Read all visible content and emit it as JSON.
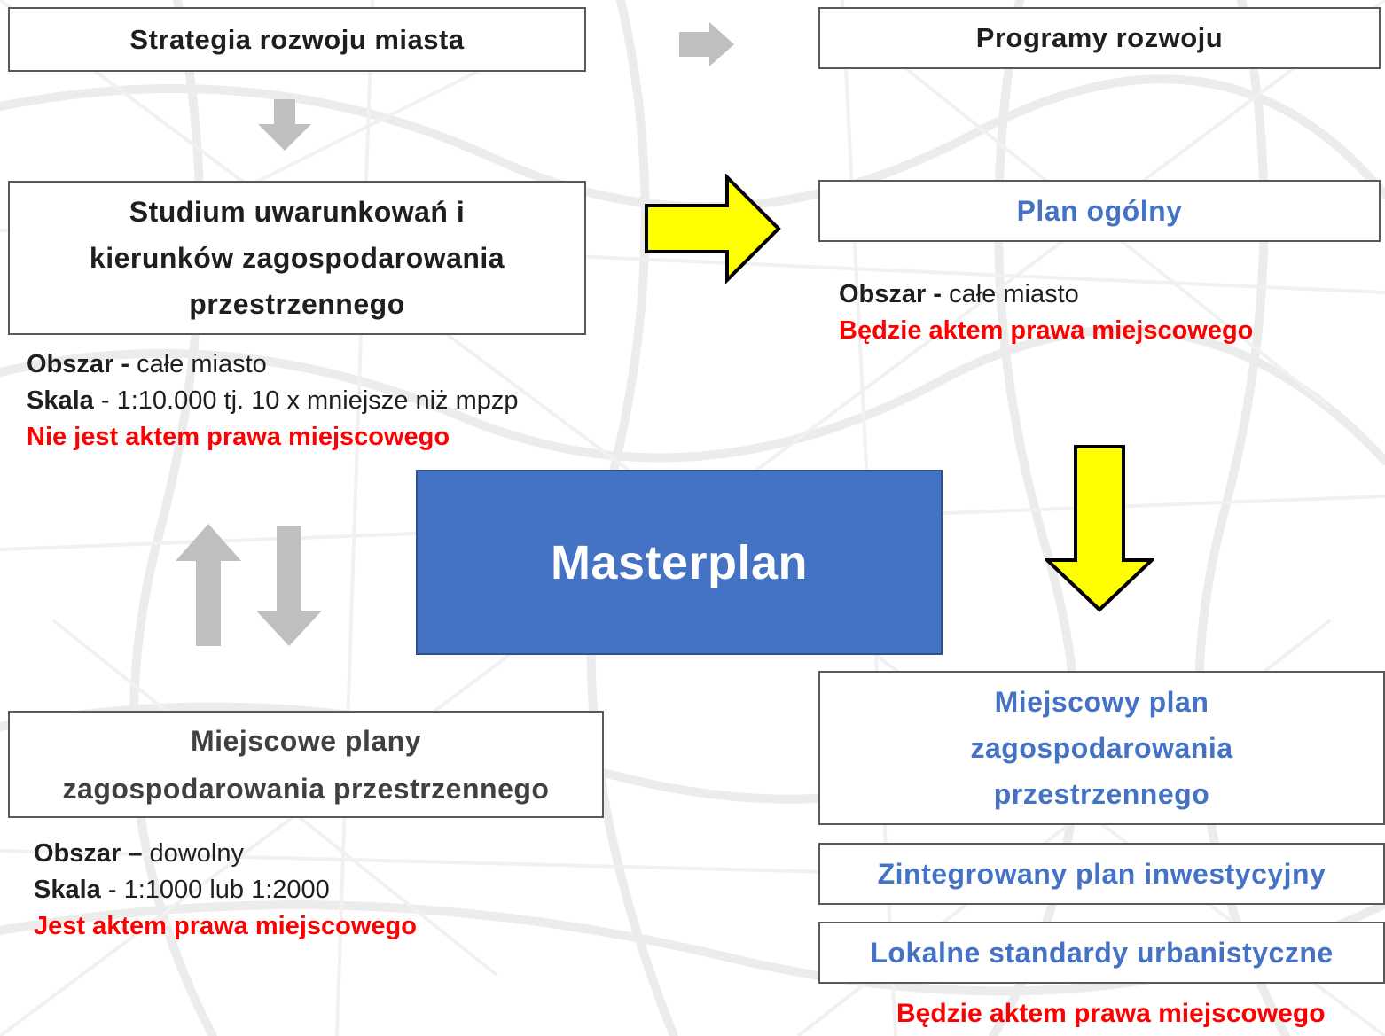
{
  "boxes": {
    "strategia": "Strategia rozwoju miasta",
    "programy": "Programy rozwoju",
    "studium": [
      "Studium uwarunkowań i",
      "kierunków zagospodarowania",
      "przestrzennego"
    ],
    "plan_ogolny": "Plan ogólny",
    "masterplan": "Masterplan",
    "miejscowe_plany": [
      "Miejscowe plany",
      "zagospodarowania przestrzennego"
    ],
    "miejscowy_plan": [
      "Miejscowy plan",
      "zagospodarowania",
      "przestrzennego"
    ],
    "zintegrowany": "Zintegrowany plan inwestycyjny",
    "lokalne": "Lokalne standardy urbanistyczne"
  },
  "studium_info": {
    "obszar_label": "Obszar -",
    "obszar_value": " całe miasto",
    "skala_label": "Skala",
    "skala_value": " - 1:10.000 tj. 10 x mniejsze niż mpzp",
    "status": "Nie jest aktem prawa miejscowego"
  },
  "plan_ogolny_info": {
    "obszar_label": "Obszar -",
    "obszar_value": " całe miasto",
    "status": "Będzie aktem prawa miejscowego"
  },
  "mpzp_info": {
    "obszar_label": "Obszar –",
    "obszar_value": " dowolny",
    "skala_label": "Skala",
    "skala_value": " - 1:1000 lub 1:2000",
    "status": "Jest aktem prawa miejscowego"
  },
  "bottom_right_status": "Będzie aktem prawa miejscowego",
  "colors": {
    "accent_blue": "#4472c4",
    "red": "#ff0000",
    "yellow_arrow": "#ffff00",
    "grey_arrow": "#bfbfbf"
  }
}
